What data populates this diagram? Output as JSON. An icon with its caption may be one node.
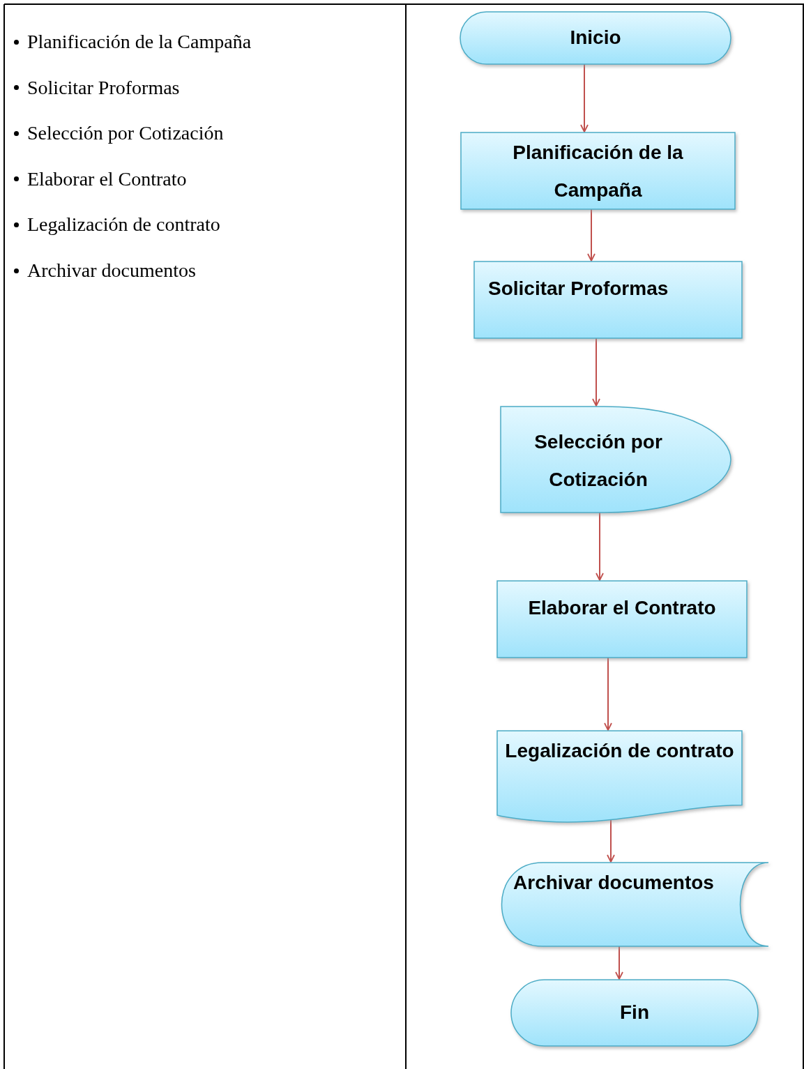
{
  "diagram": {
    "nodes": [
      {
        "text": [
          "Inicio"
        ]
      },
      {
        "text": [
          "Planificación de la Campaña"
        ]
      },
      {
        "text": [
          "Solicitar Proformas"
        ]
      },
      {
        "text": [
          "Selección por Cotización"
        ]
      },
      {
        "text": [
          "Elaborar el Contrato"
        ]
      },
      {
        "text": [
          "Legalización de contrato"
        ]
      },
      {
        "text": [
          "Archivar documentos"
        ]
      },
      {
        "text": [
          "Fin"
        ]
      }
    ],
    "edges": [
      {
        "from": 0,
        "to": 1,
        "arrow": "to"
      },
      {
        "from": 1,
        "to": 2,
        "arrow": "to"
      },
      {
        "from": 2,
        "to": 3,
        "arrow": "to"
      },
      {
        "from": 3,
        "to": 4,
        "arrow": "to"
      },
      {
        "from": 4,
        "to": 5,
        "arrow": "to"
      },
      {
        "from": 5,
        "to": 6,
        "arrow": "to"
      },
      {
        "from": 6,
        "to": 7,
        "arrow": "to"
      }
    ],
    "labels": [
      "Planificación de la Campaña",
      "Solicitar Proformas",
      "Selección por Cotización",
      "Elaborar el Contrato",
      "Legalización de contrato",
      "Archivar documentos"
    ]
  }
}
